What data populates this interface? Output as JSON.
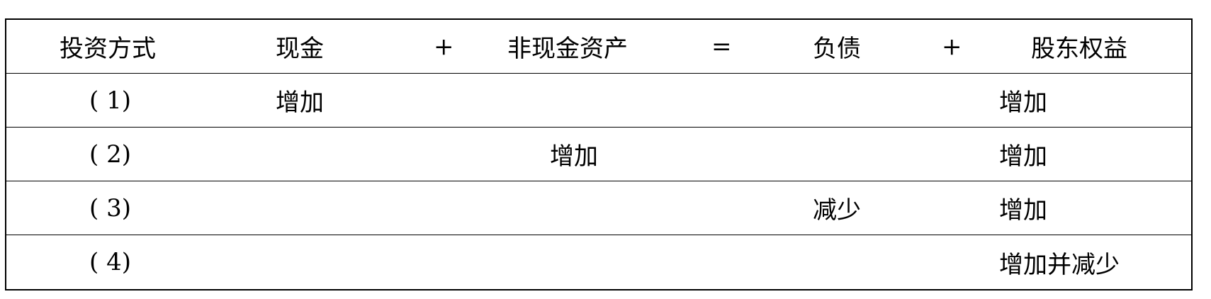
{
  "table": {
    "header": {
      "method": "投资方式",
      "cash": "现金",
      "plus1": "+",
      "noncash": "非现金资产",
      "eq": "=",
      "liab": "负债",
      "plus2": "+",
      "equity": "股东权益"
    },
    "rows": [
      {
        "method": "( 1)",
        "cash": "增加",
        "noncash": "",
        "liab": "",
        "equity": "增加"
      },
      {
        "method": "( 2)",
        "cash": "",
        "noncash": "增加",
        "liab": "",
        "equity": "增加"
      },
      {
        "method": "( 3)",
        "cash": "",
        "noncash": "",
        "liab": "减少",
        "equity": "增加"
      },
      {
        "method": "( 4)",
        "cash": "",
        "noncash": "",
        "liab": "",
        "equity": "增加并减少"
      }
    ]
  }
}
